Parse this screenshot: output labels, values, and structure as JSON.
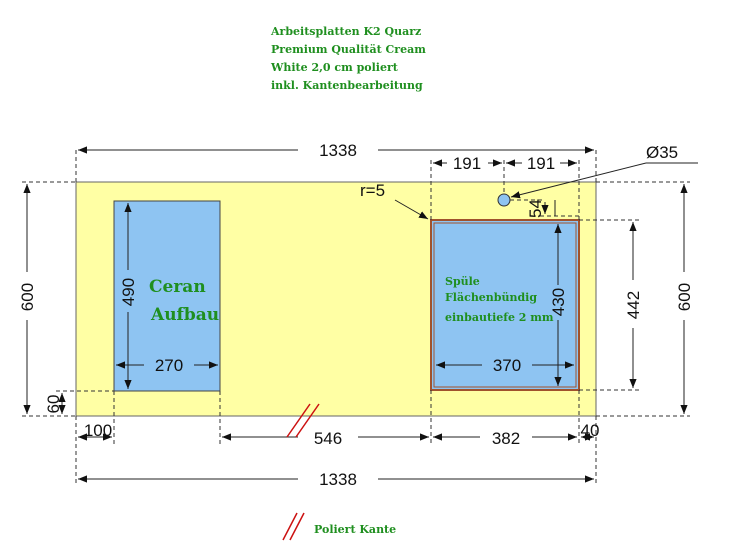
{
  "title_lines": [
    "Arbeitsplatten K2 Quarz",
    "Premium Qualität Cream",
    "White 2,0 cm poliert",
    "inkl. Kantenbearbeitung"
  ],
  "dimensions": {
    "top_width": "1338",
    "bottom_width": "1338",
    "tap_left": "191",
    "tap_right": "191",
    "tap_diameter": "Ø35",
    "radius": "r=5",
    "tap_offset": "54",
    "left_height": "600",
    "right_height": "600",
    "front_offset": "60",
    "left_margin": "100",
    "cutout_gap": "546",
    "sink_width": "382",
    "right_margin": "40",
    "hob_height": "490",
    "hob_width": "270",
    "sink_inner_height": "430",
    "sink_outer_height": "442",
    "sink_inner_width": "370"
  },
  "labels": {
    "hob_line1": "Ceran",
    "hob_line2": "Aufbau",
    "sink_line1": "Spüle",
    "sink_line2": "Flächenbündig",
    "sink_line3": "einbautiefe 2 mm",
    "legend": "Poliert Kante"
  },
  "colors": {
    "countertop": "#ffffa4",
    "cutout": "#8ec4f2",
    "text_green": "#1f8f1f",
    "edge_mark": "#cc1111",
    "sink_border": "#a0522d"
  }
}
